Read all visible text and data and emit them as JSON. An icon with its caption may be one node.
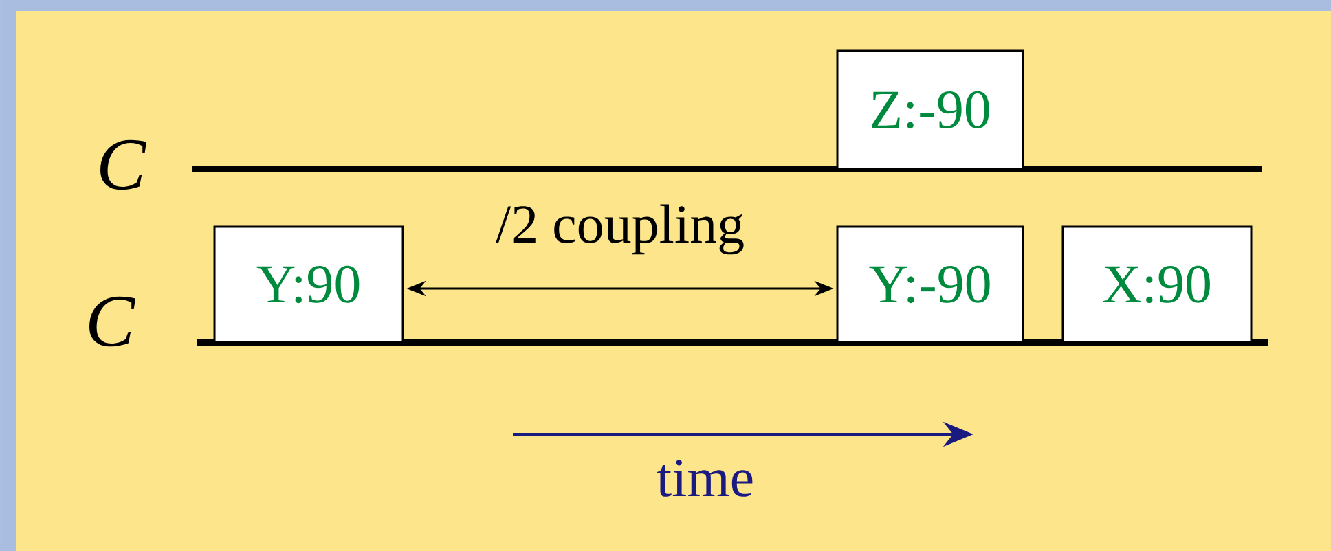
{
  "diagram": {
    "nodes": [
      {
        "text": [
          "Z:-90"
        ]
      },
      {
        "text": [
          "Y:90"
        ]
      },
      {
        "text": [
          "Y:-90"
        ]
      },
      {
        "text": [
          "X:90"
        ]
      }
    ],
    "edges": [
      {
        "from": 1,
        "to": 2,
        "arrow": "both",
        "label": "/2 coupling"
      }
    ],
    "labels": [
      "C",
      "C",
      "time"
    ]
  }
}
